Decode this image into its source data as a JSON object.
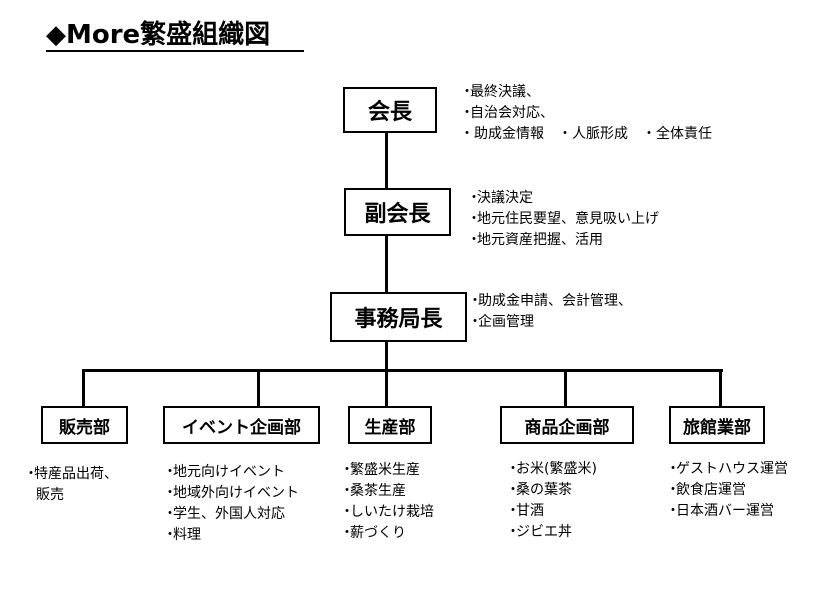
{
  "title": "◆More繁盛組織図",
  "chairman": {
    "label": "会長",
    "duties_line1": [
      "最終決議、",
      "自治会対応、"
    ],
    "duties_line2": "・助成金情報　・人脈形成　・全体責任"
  },
  "vice_chairman": {
    "label": "副会長",
    "duties": [
      "決議決定",
      "地元住民要望、意見吸い上げ",
      "地元資産把握、活用"
    ]
  },
  "secretary_general": {
    "label": "事務局長",
    "duties": [
      "助成金申請、会計管理、",
      "企画管理"
    ]
  },
  "departments": [
    {
      "label": "販売部",
      "duties": [
        "特産品出荷、"
      ],
      "duties_cont": "販売"
    },
    {
      "label": "イベント企画部",
      "duties": [
        "地元向けイベント",
        "地域外向けイベント",
        "学生、外国人対応",
        "料理"
      ]
    },
    {
      "label": "生産部",
      "duties": [
        "繁盛米生産",
        "桑茶生産",
        "しいたけ栽培",
        "薪づくり"
      ]
    },
    {
      "label": "商品企画部",
      "duties": [
        "お米(繁盛米)",
        "桑の葉茶",
        "甘酒",
        "ジビエ丼"
      ]
    },
    {
      "label": "旅館業部",
      "duties": [
        "ゲストハウス運営",
        "飲食店運営",
        "日本酒バー運営"
      ]
    }
  ]
}
